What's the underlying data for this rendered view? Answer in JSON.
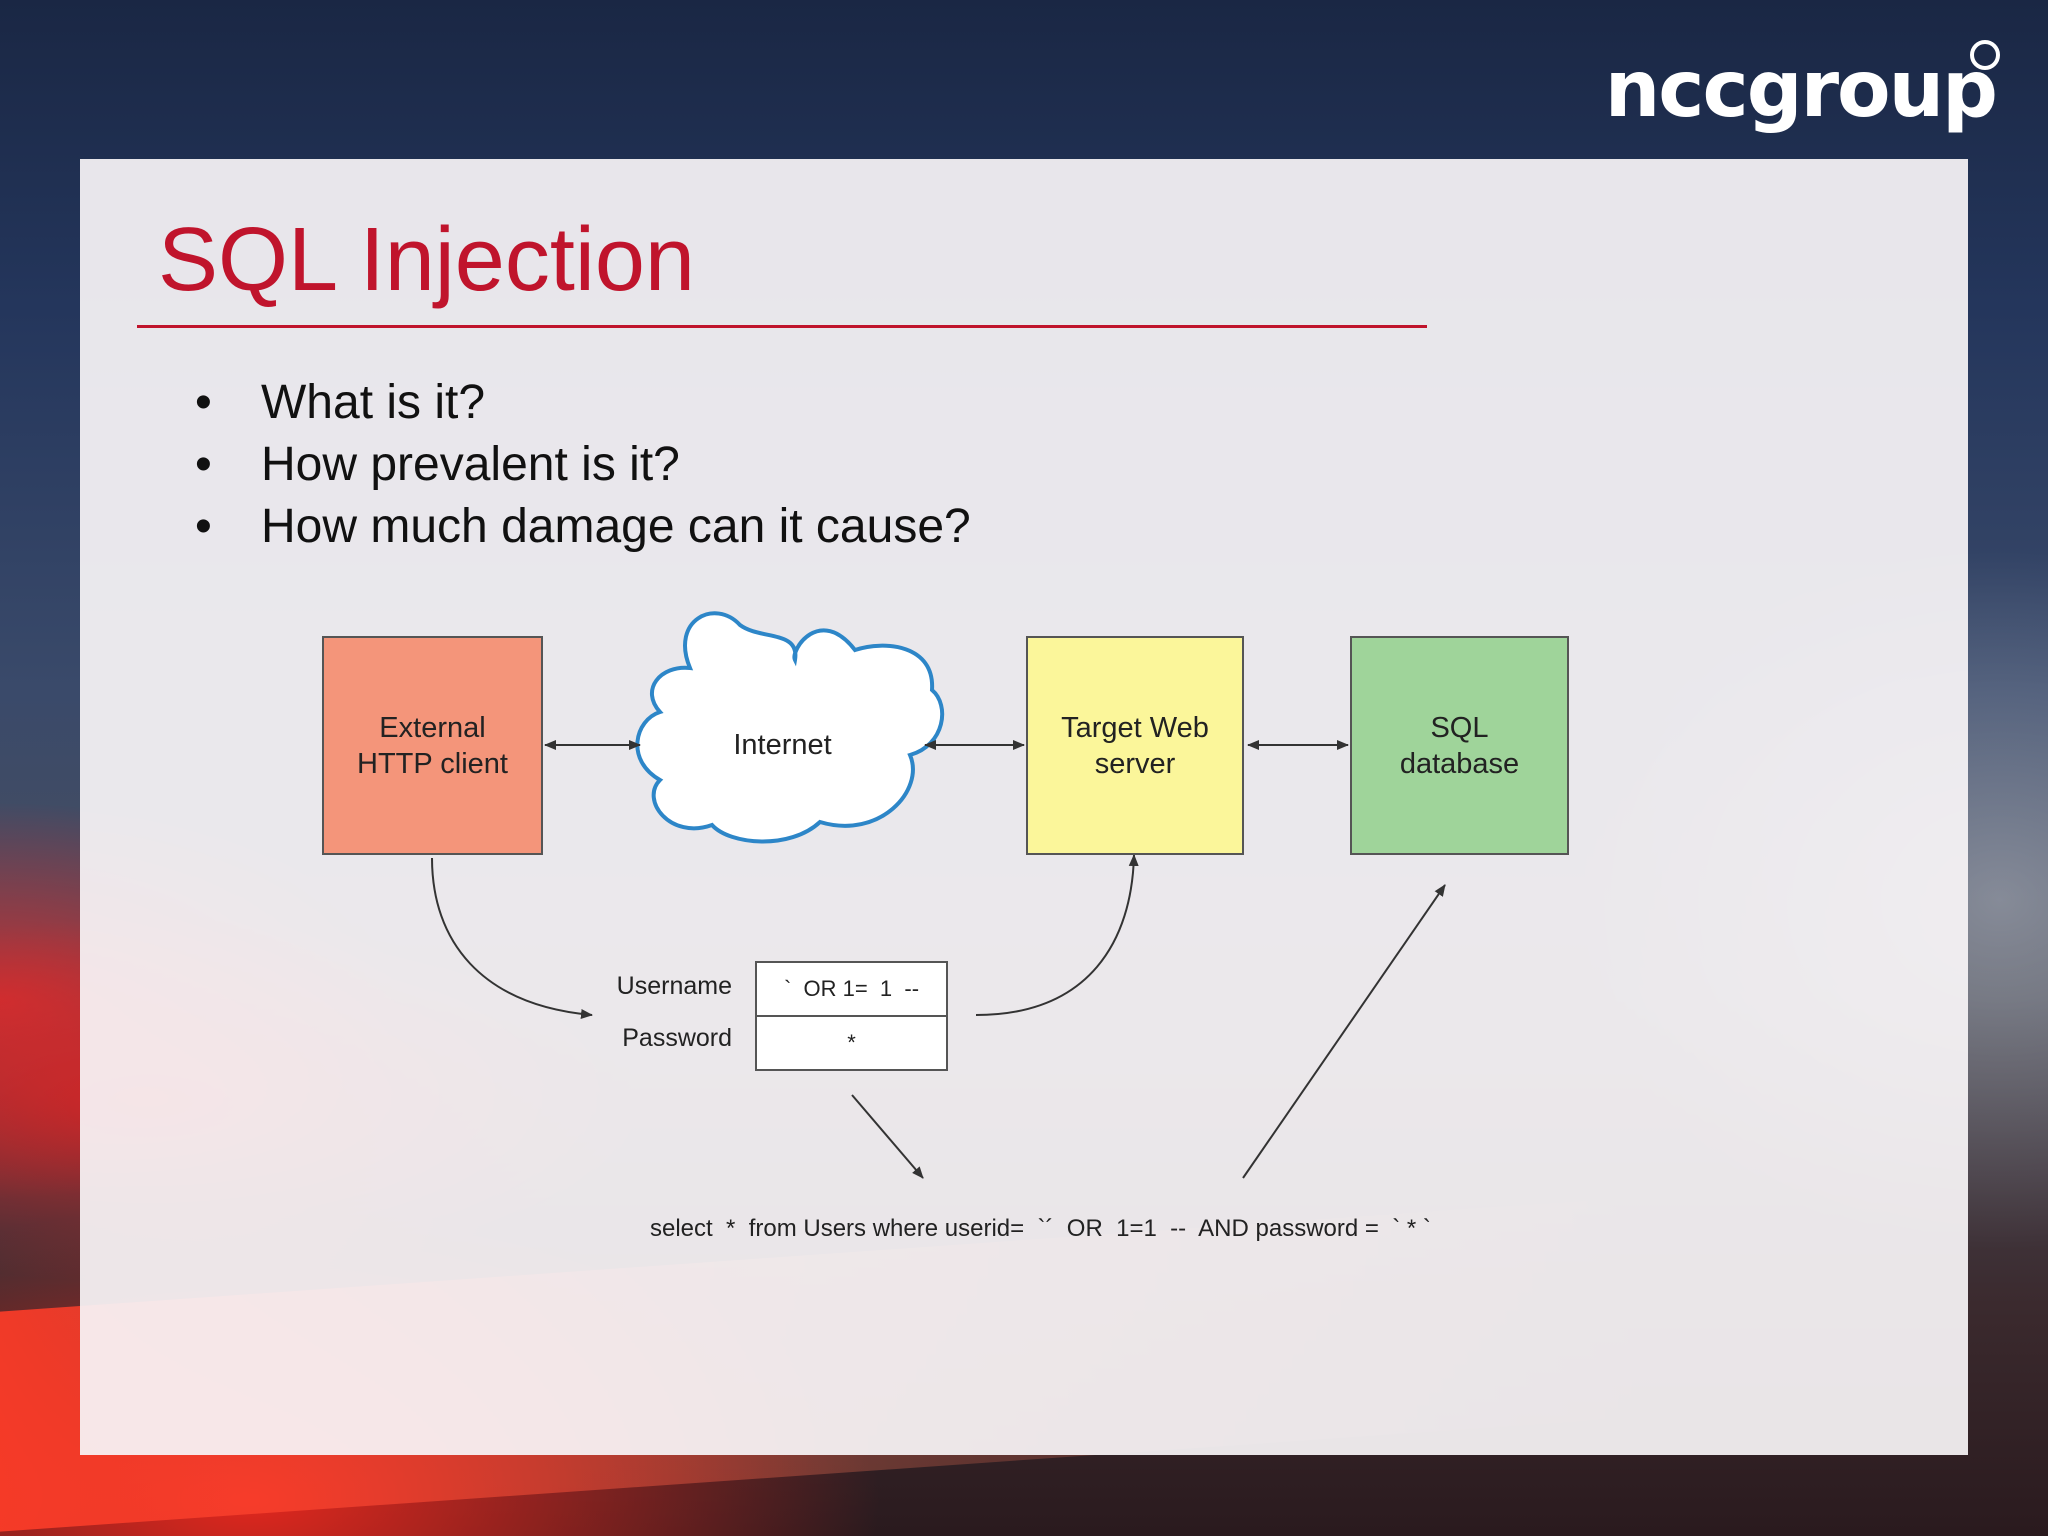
{
  "brand": {
    "logo_text": "nccgroup",
    "accent_color": "#c0142c"
  },
  "slide": {
    "title": "SQL Injection",
    "bullets": [
      "What is it?",
      "How prevalent is it?",
      "How much damage can it cause?"
    ],
    "bullet_glyph": "•"
  },
  "diagram": {
    "nodes": [
      {
        "id": "client",
        "label": "External\nHTTP client",
        "color": "#f4957a"
      },
      {
        "id": "internet",
        "label": "Internet",
        "color": "#ffffff",
        "stroke": "#2d86c8"
      },
      {
        "id": "webserver",
        "label": "Target Web\nserver",
        "color": "#fbf69a"
      },
      {
        "id": "database",
        "label": "SQL\ndatabase",
        "color": "#9fd49a"
      }
    ],
    "form": {
      "username_label": "Username",
      "password_label": "Password",
      "username_value": "`  OR 1=  1  --",
      "password_value": "*"
    },
    "query": "select  *  from Users where userid=  `´  OR  1=1  --  AND password =  ` * `"
  }
}
